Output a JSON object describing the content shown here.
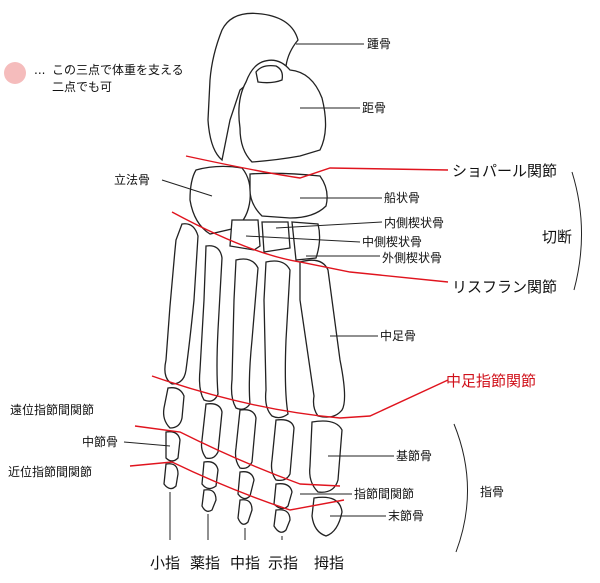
{
  "legend": {
    "dots": "...",
    "line1": "この三点で体重を支える",
    "line2": "二点でも可",
    "marker_color": "#f3b4b4"
  },
  "bones": {
    "calcaneus": "踵骨",
    "talus": "距骨",
    "cuboid": "立法骨",
    "navicular": "船状骨",
    "medial_cuneiform": "内側楔状骨",
    "intermediate_cuneiform": "中側楔状骨",
    "lateral_cuneiform": "外側楔状骨",
    "metatarsal": "中足骨",
    "proximal_phalanx": "基節骨",
    "middle_phalanx": "中節骨",
    "distal_phalanx": "末節骨"
  },
  "joints": {
    "chopart": "ショパール関節",
    "lisfranc": "リスフラン関節",
    "mtp": "中足指節関節",
    "dip": "遠位指節間関節",
    "pip": "近位指節間関節",
    "ip": "指節間関節"
  },
  "groups": {
    "amputation": "切断",
    "phalanges": "指骨"
  },
  "toes": [
    "小指",
    "薬指",
    "中指",
    "示指",
    "拇指"
  ],
  "colors": {
    "joint_line": "#e0141e",
    "outline": "#222222"
  }
}
